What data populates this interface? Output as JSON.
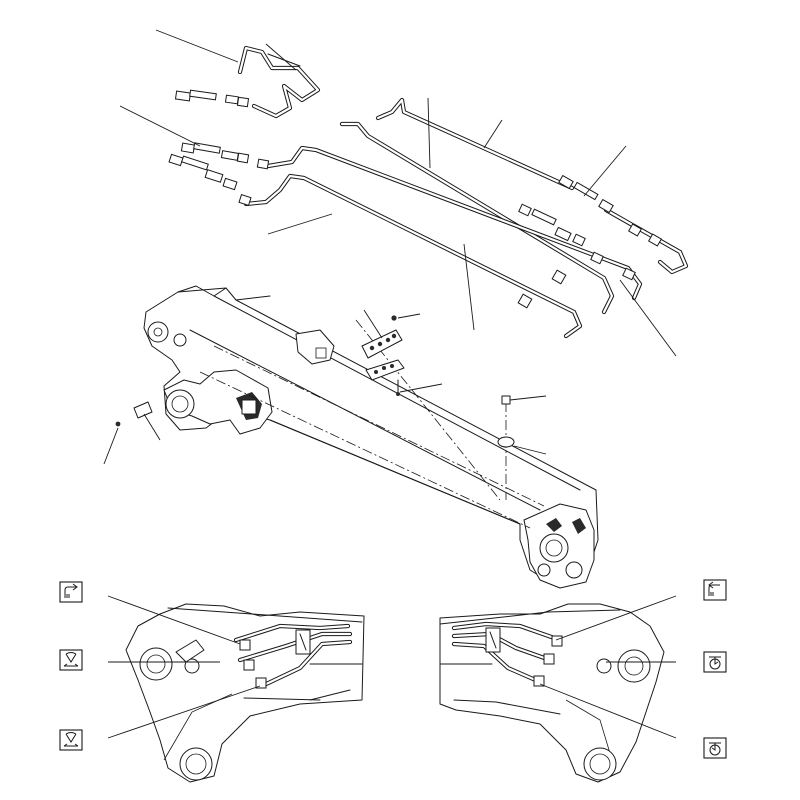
{
  "figure": {
    "background": "#ffffff",
    "line_color": "#1a1a1a"
  },
  "symbols": [
    {
      "name": "lift-up-arrow-symbol"
    },
    {
      "name": "lift-down-arrow-symbol"
    },
    {
      "name": "tilt-left-symbol"
    },
    {
      "name": "tilt-right-symbol"
    },
    {
      "name": "auxiliary-flow-symbol"
    },
    {
      "name": "auxiliary-return-symbol"
    }
  ]
}
